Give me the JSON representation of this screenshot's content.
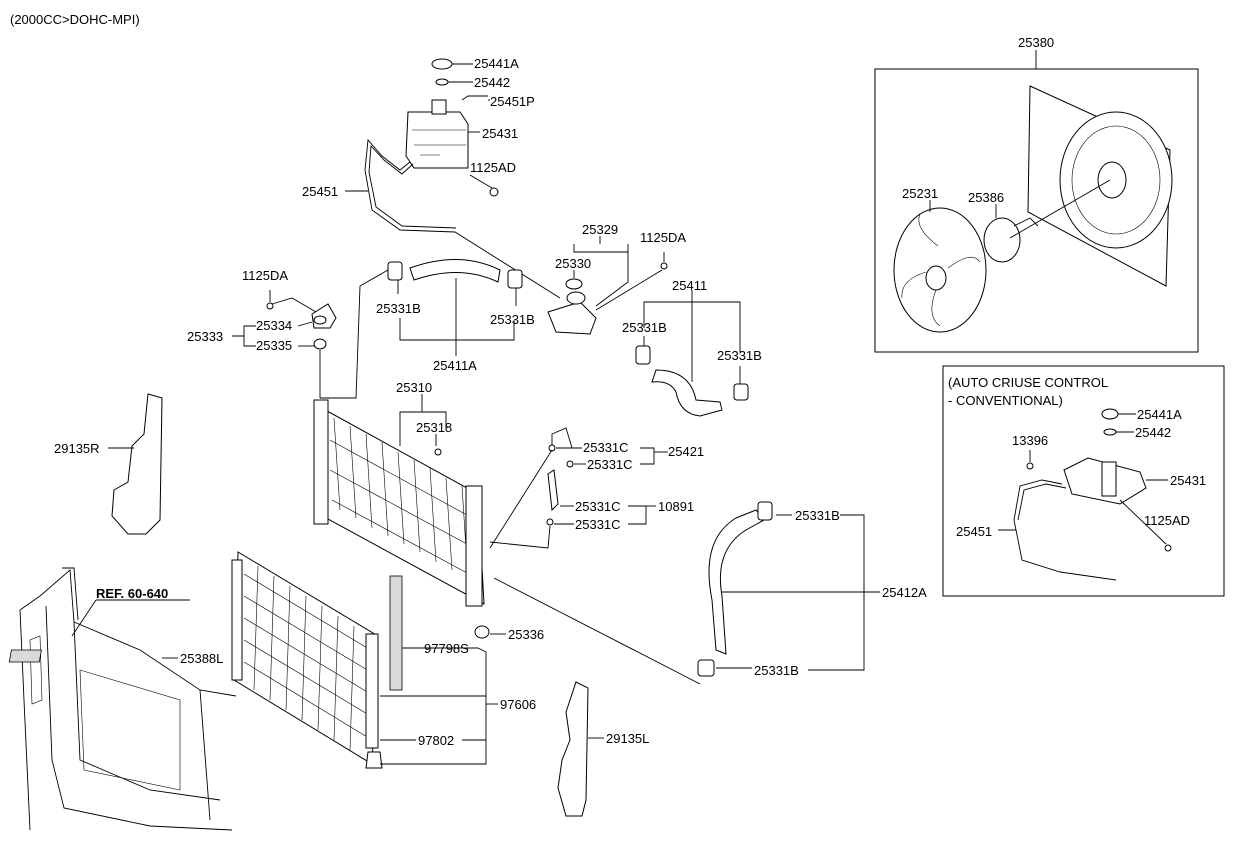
{
  "engine_spec": "(2000CC>DOHC-MPI)",
  "ref_note": "REF. 60-640",
  "option_box_title_line1": "(AUTO CRIUSE CONTROL",
  "option_box_title_line2": " - CONVENTIONAL)",
  "labels": {
    "p25441A": "25441A",
    "p25442": "25442",
    "p25451P": "25451P",
    "p25431": "25431",
    "p1125AD": "1125AD",
    "p25451": "25451",
    "p25329": "25329",
    "p25330": "25330",
    "p1125DA_top": "1125DA",
    "p1125DA_left": "1125DA",
    "p25411": "25411",
    "p25331B_a": "25331B",
    "p25331B_b": "25331B",
    "p25331B_c": "25331B",
    "p25331B_d": "25331B",
    "p25331B_e": "25331B",
    "p25331B_f": "25331B",
    "p25411A": "25411A",
    "p25333": "25333",
    "p25334": "25334",
    "p25335": "25335",
    "p25310": "25310",
    "p25318": "25318",
    "p29135R": "29135R",
    "p25331C_a": "25331C",
    "p25331C_b": "25331C",
    "p25331C_c": "25331C",
    "p25331C_d": "25331C",
    "p25421": "25421",
    "p10891": "10891",
    "p25412A": "25412A",
    "p25336": "25336",
    "p25388L": "25388L",
    "p97798S": "97798S",
    "p97606": "97606",
    "p97802": "97802",
    "p29135L": "29135L",
    "p25380": "25380",
    "p25231": "25231",
    "p25386": "25386",
    "o25441A": "25441A",
    "o25442": "25442",
    "o13396": "13396",
    "o25431": "25431",
    "o25451": "25451",
    "o1125AD": "1125AD"
  }
}
